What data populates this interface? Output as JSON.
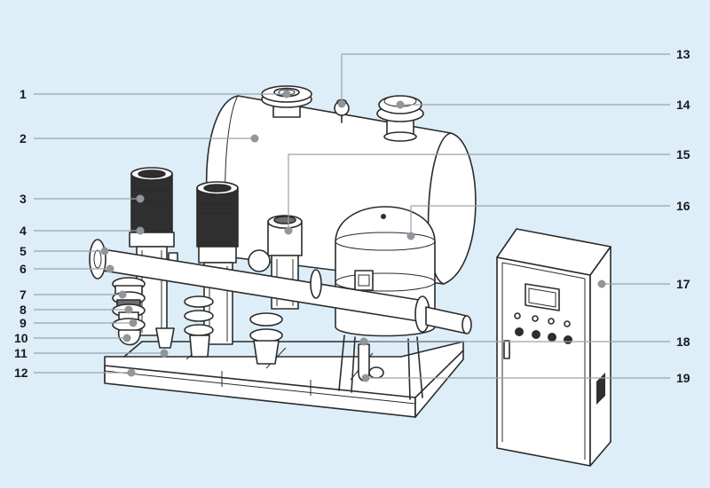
{
  "colors": {
    "background": "#ddeef8",
    "line": "#2b2b2b",
    "leader": "#9aa3aa",
    "marker": "#8f969c"
  },
  "callouts": {
    "left": [
      "1",
      "2",
      "3",
      "4",
      "5",
      "6",
      "7",
      "8",
      "9",
      "10",
      "11",
      "12"
    ],
    "right": [
      "13",
      "14",
      "15",
      "16",
      "17",
      "18",
      "19"
    ]
  }
}
